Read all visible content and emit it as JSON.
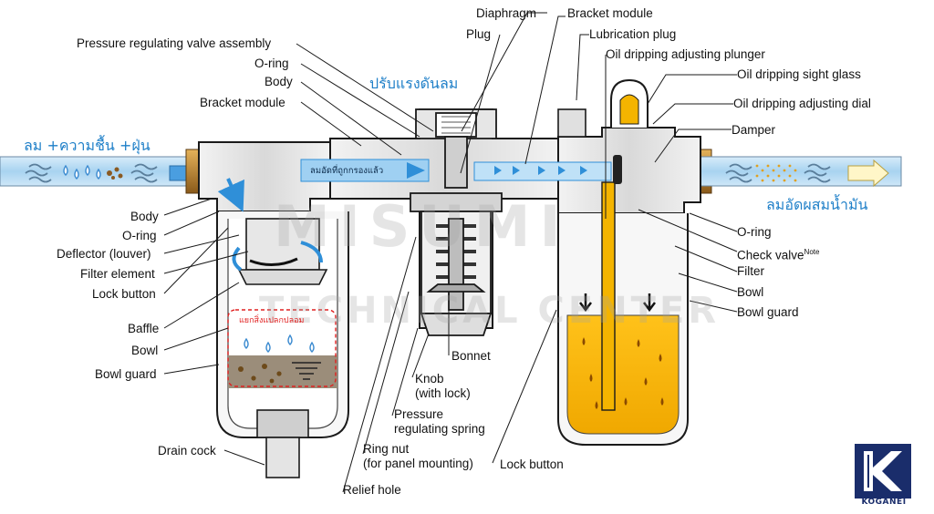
{
  "labels": {
    "diaphragm": "Diaphragm",
    "bracket_module_top": "Bracket module",
    "plug": "Plug",
    "lubrication_plug": "Lubrication plug",
    "pressure_regulating_valve_assembly": "Pressure regulating valve assembly",
    "oil_dripping_adjusting_plunger": "Oil dripping adjusting plunger",
    "o_ring_top": "O-ring",
    "oil_dripping_sight_glass": "Oil dripping sight glass",
    "body_top": "Body",
    "bracket_module_left": "Bracket module",
    "oil_dripping_adjusting_dial": "Oil dripping adjusting dial",
    "damper": "Damper",
    "body_left": "Body",
    "o_ring_left": "O-ring",
    "deflector": "Deflector (louver)",
    "filter_element": "Filter element",
    "lock_button_left": "Lock button",
    "baffle": "Baffle",
    "bowl_left": "Bowl",
    "bowl_guard_left": "Bowl guard",
    "o_ring_right": "O-ring",
    "check_valve": "Check valve",
    "check_valve_note": "Note",
    "filter_right": "Filter",
    "bowl_right": "Bowl",
    "bowl_guard_right": "Bowl guard",
    "bonnet": "Bonnet",
    "knob_line1": "Knob",
    "knob_line2": "(with lock)",
    "spring_line1": "Pressure",
    "spring_line2": "regulating spring",
    "ring_nut_line1": "Ring nut",
    "ring_nut_line2": "(for panel mounting)",
    "lock_button_right": "Lock button",
    "drain_cock": "Drain cock",
    "relief_hole": "Relief hole"
  },
  "thai": {
    "input_air": "ลม +ความชื้น +ฝุ่น",
    "regulate": "ปรับแรงดันลม",
    "filtered": "ลมอัดที่ถูกกรองแล้ว",
    "separate": "แยกสิ่งแปลกปลอม",
    "output": "ลมอัดผสมน้ำมัน"
  },
  "watermark": {
    "line1": "MISUMI",
    "line2": "TECHNICAL CENTER"
  },
  "logo": {
    "brand": "KOGANEI"
  },
  "colors": {
    "outline": "#1a1a1a",
    "metal": "#e8e8e8",
    "air_blue": "#b9dcf3",
    "arrow_blue": "#2f8fd8",
    "thai_blue": "#1e7fc8",
    "oil": "#f4b400",
    "debris": "#8a5a22",
    "sediment": "#9b8d7a",
    "separate_red": "#e02020",
    "logo_blue": "#1a2d6b"
  }
}
